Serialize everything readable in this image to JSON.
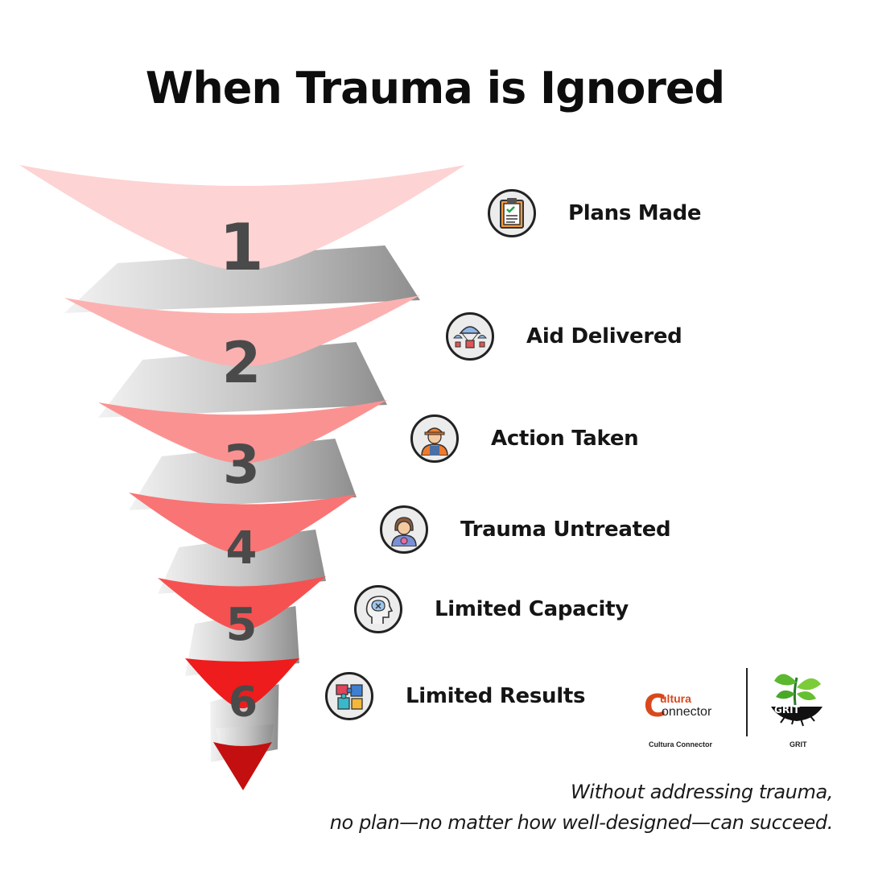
{
  "title": "When Trauma is Ignored",
  "steps": [
    {
      "number": "1",
      "label": "Plans Made",
      "icon": "clipboard-checklist-icon",
      "color": "#fdd3d3"
    },
    {
      "number": "2",
      "label": "Aid Delivered",
      "icon": "parachute-supplies-icon",
      "color": "#fcb1b1"
    },
    {
      "number": "3",
      "label": "Action Taken",
      "icon": "worker-hardhat-icon",
      "color": "#fb9292"
    },
    {
      "number": "4",
      "label": "Trauma Untreated",
      "icon": "distressed-person-icon",
      "color": "#f97474"
    },
    {
      "number": "5",
      "label": "Limited Capacity",
      "icon": "head-brain-icon",
      "color": "#f65151"
    },
    {
      "number": "6",
      "label": "Limited Results",
      "icon": "puzzle-pieces-icon",
      "color": "#ee1c1c"
    }
  ],
  "tip_color": "#c30f0f",
  "logos": {
    "cultura_connector": {
      "top_word": "ultura",
      "bottom_word": "onnector",
      "initial": "C",
      "caption": "Cultura Connector"
    },
    "grit": {
      "caption": "GRIT"
    }
  },
  "tagline": {
    "line1": "Without addressing trauma,",
    "line2": "no plan—no matter how well-designed—can succeed."
  }
}
